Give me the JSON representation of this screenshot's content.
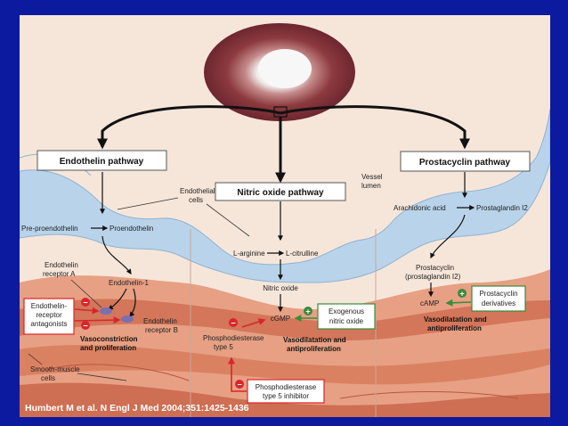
{
  "pathways": {
    "endothelin": "Endothelin pathway",
    "nitric_oxide": "Nitric oxide pathway",
    "prostacyclin": "Prostacyclin pathway"
  },
  "labels": {
    "vessel_lumen_1": "Vessel",
    "vessel_lumen_2": "lumen",
    "endothelial_cells_1": "Endothelial",
    "endothelial_cells_2": "cells",
    "pre_proendothelin": "Pre-proendothelin",
    "proendothelin": "Proendothelin",
    "endothelin_1": "Endothelin-1",
    "receptor_a_1": "Endothelin",
    "receptor_a_2": "receptor A",
    "receptor_b_1": "Endothelin",
    "receptor_b_2": "receptor B",
    "antagonists_1": "Endothelin-",
    "antagonists_2": "receptor",
    "antagonists_3": "antagonists",
    "vasoconstriction_1": "Vasoconstriction",
    "vasoconstriction_2": "and proliferation",
    "smooth_muscle_1": "Smooth-muscle",
    "smooth_muscle_2": "cells",
    "l_arginine": "L-arginine",
    "l_citrulline": "L-citrulline",
    "nitric_oxide": "Nitric oxide",
    "cgmp": "cGMP",
    "exogenous_1": "Exogenous",
    "exogenous_2": "nitric oxide",
    "pde5_1": "Phosphodiesterase",
    "pde5_2": "type 5",
    "vasodilatation_no_1": "Vasodilatation and",
    "vasodilatation_no_2": "antiproliferation",
    "pde5_inhibitor_1": "Phosphodiesterase",
    "pde5_inhibitor_2": "type 5 inhibitor",
    "arachidonic_acid": "Arachidonic acid",
    "prostaglandin_i2": "Prostaglandin I2",
    "prostacyclin_1": "Prostacyclin",
    "prostacyclin_2": "(prostaglandin I2)",
    "camp": "cAMP",
    "prostacyclin_derivatives_1": "Prostacyclin",
    "prostacyclin_derivatives_2": "derivatives",
    "vasodilatation_pc_1": "Vasodilatation and",
    "vasodilatation_pc_2": "antiproliferation"
  },
  "signs": {
    "minus": "−",
    "plus": "+"
  },
  "citation": "Humbert M et al. N Engl J Med 2004;351:1425-1436",
  "colors": {
    "frame": "#0b1a9e",
    "background": "#f6e6da",
    "endothelium": "#b9d4ea",
    "smooth_muscle": "#d87d5e",
    "inhibit_arrow": "#d8262b",
    "stimulate_arrow": "#3a8b3a"
  }
}
